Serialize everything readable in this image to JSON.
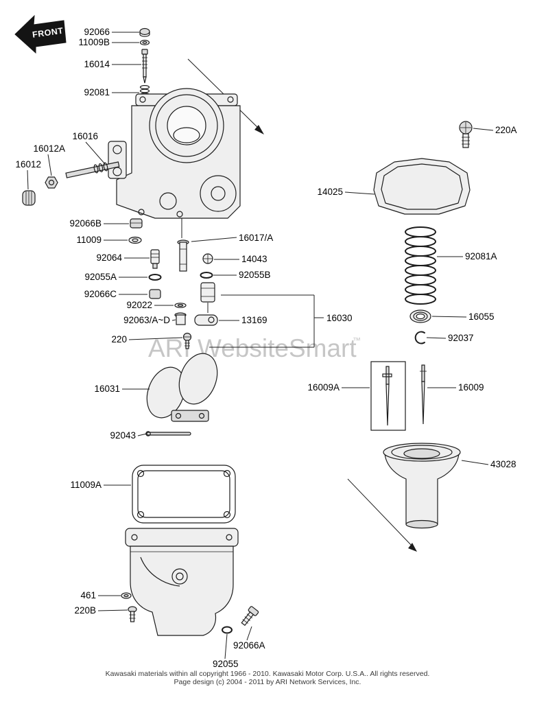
{
  "front_flag": "FRONT",
  "watermark": {
    "text": "ARI WebsiteSmart",
    "tm": "™"
  },
  "footer": {
    "line1": "Kawasaki materials within all copyright 1966 - 2010.  Kawasaki Motor Corp. U.S.A..  All rights reserved.",
    "line2": "Page design (c) 2004 - 2011 by ARI Network Services, Inc."
  },
  "colors": {
    "line": "#1c1c1c",
    "watermark": "#c6c6c6",
    "paper": "#ffffff"
  },
  "labels": {
    "p92066": "92066",
    "p11009B": "11009B",
    "p16014": "16014",
    "p92081": "92081",
    "p16016": "16016",
    "p16012A": "16012A",
    "p16012": "16012",
    "p92066B": "92066B",
    "p11009": "11009",
    "p92064": "92064",
    "p16017A": "16017/A",
    "p14043": "14043",
    "p92055A": "92055A",
    "p92055B": "92055B",
    "p92066C": "92066C",
    "p92022": "92022",
    "p92063AD": "92063/A~D",
    "p13169": "13169",
    "p16030": "16030",
    "p220": "220",
    "p16031": "16031",
    "p92043": "92043",
    "p11009A": "11009A",
    "p461": "461",
    "p220B": "220B",
    "p92066A": "92066A",
    "p92055": "92055",
    "p220A": "220A",
    "p14025": "14025",
    "p92081A": "92081A",
    "p16055": "16055",
    "p92037": "92037",
    "p16009A": "16009A",
    "p16009": "16009",
    "p43028": "43028"
  }
}
